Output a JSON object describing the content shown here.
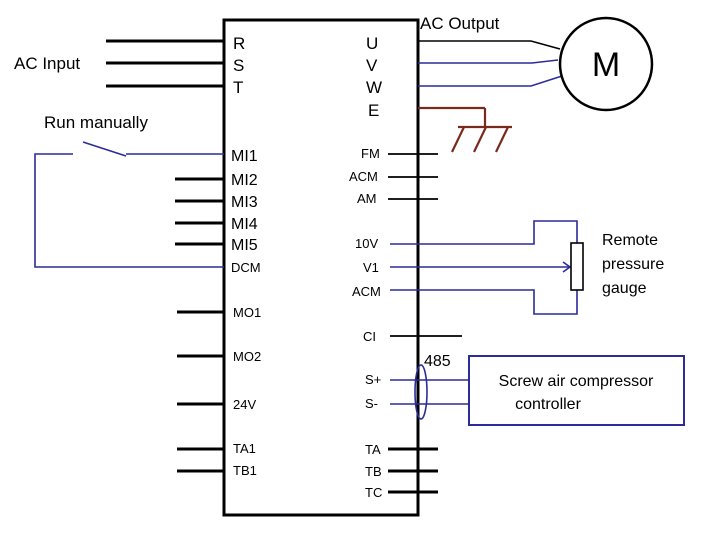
{
  "labels": {
    "ac_input": "AC Input",
    "ac_output": "AC Output",
    "run_manually": "Run manually",
    "motor": "M",
    "remote_line1": "Remote",
    "remote_line2": "pressure",
    "remote_line3": "gauge",
    "rs485": "485",
    "controller_line1": "Screw air compressor",
    "controller_line2": "controller"
  },
  "left_terminals": {
    "R": "R",
    "S": "S",
    "T": "T",
    "MI1": "MI1",
    "MI2": "MI2",
    "MI3": "MI3",
    "MI4": "MI4",
    "MI5": "MI5",
    "DCM": "DCM",
    "MO1": "MO1",
    "MO2": "MO2",
    "V24": "24V",
    "TA1": "TA1",
    "TB1": "TB1"
  },
  "right_terminals": {
    "U": "U",
    "V": "V",
    "W": "W",
    "E": "E",
    "FM": "FM",
    "ACM1": "ACM",
    "AM": "AM",
    "V10": "10V",
    "V1": "V1",
    "ACM2": "ACM",
    "CI": "CI",
    "SP": "S+",
    "SM": "S-",
    "TA": "TA",
    "TB": "TB",
    "TC": "TC"
  },
  "colors": {
    "wire": "#000000",
    "signal_wire": "#2b2b9a",
    "ground": "#7a2a1c"
  }
}
